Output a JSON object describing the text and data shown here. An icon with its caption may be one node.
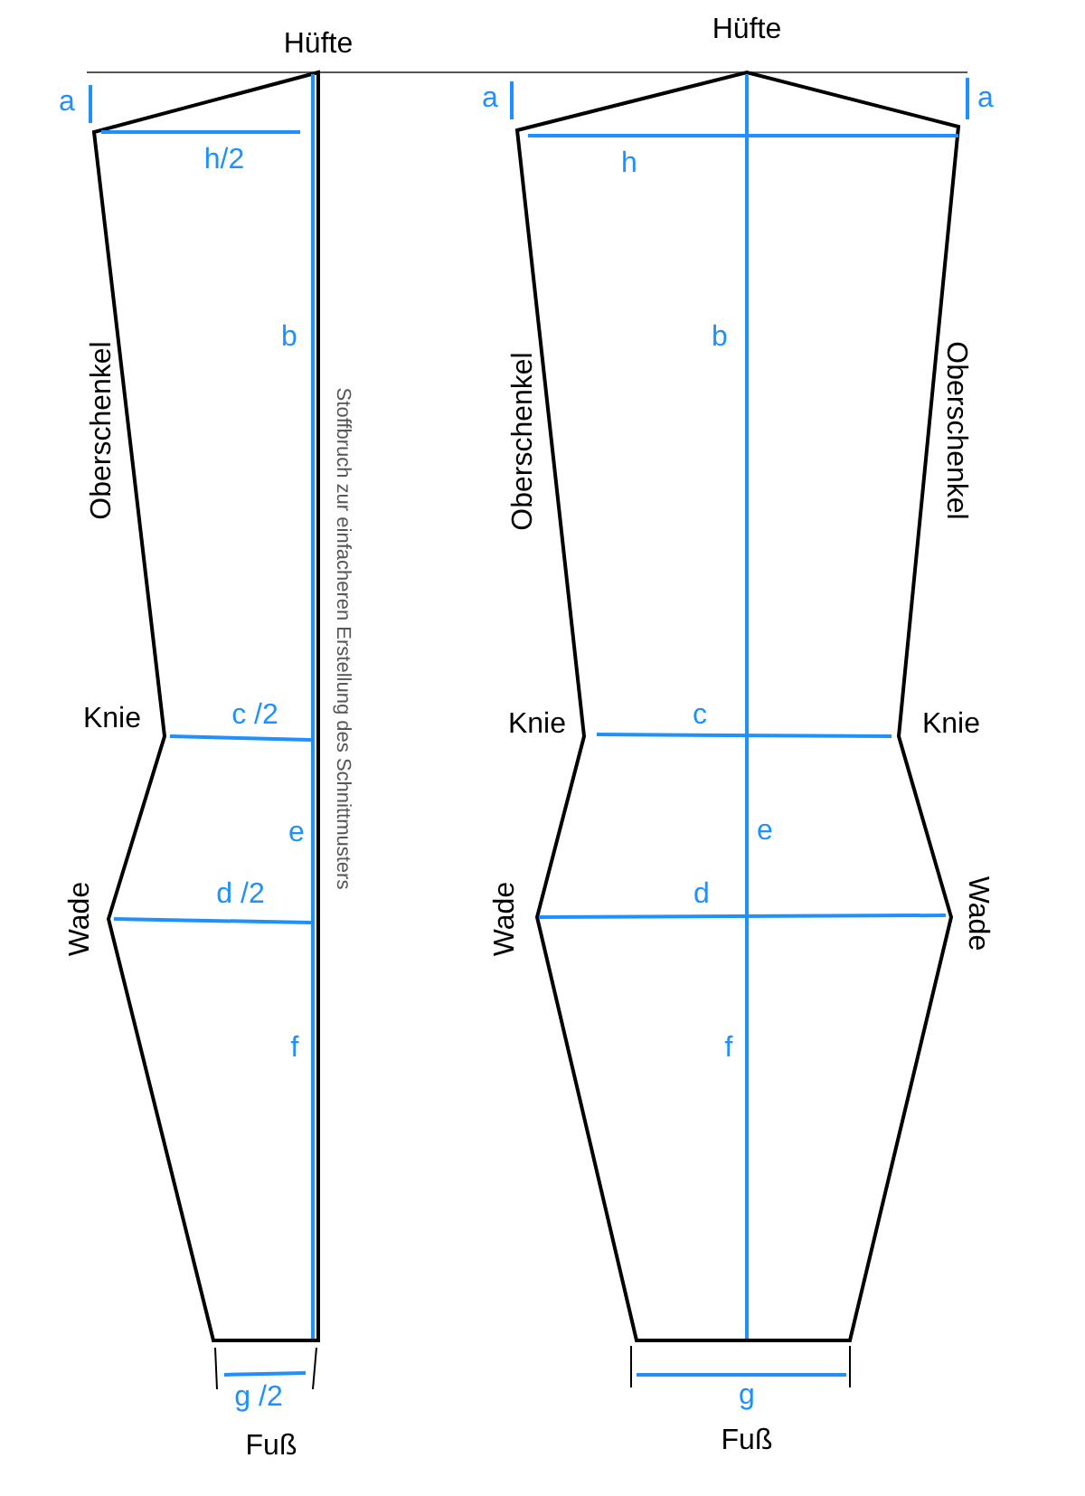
{
  "diagram": {
    "labels": [
      "Hüfte",
      "Hüfte",
      "a",
      "a",
      "a",
      "h/2",
      "h",
      "b",
      "Stoffbruch zur einfacheren Erstellung des Schnittmusters",
      "b",
      "Oberschenkel",
      "Oberschenkel",
      "Oberschenkel",
      "Knie",
      "c /2",
      "Knie",
      "c",
      "Knie",
      "e",
      "e",
      "Wade",
      "d /2",
      "Wade",
      "d",
      "Wade",
      "f",
      "f",
      "g /2",
      "g",
      "Fuß",
      "Fuß"
    ]
  }
}
